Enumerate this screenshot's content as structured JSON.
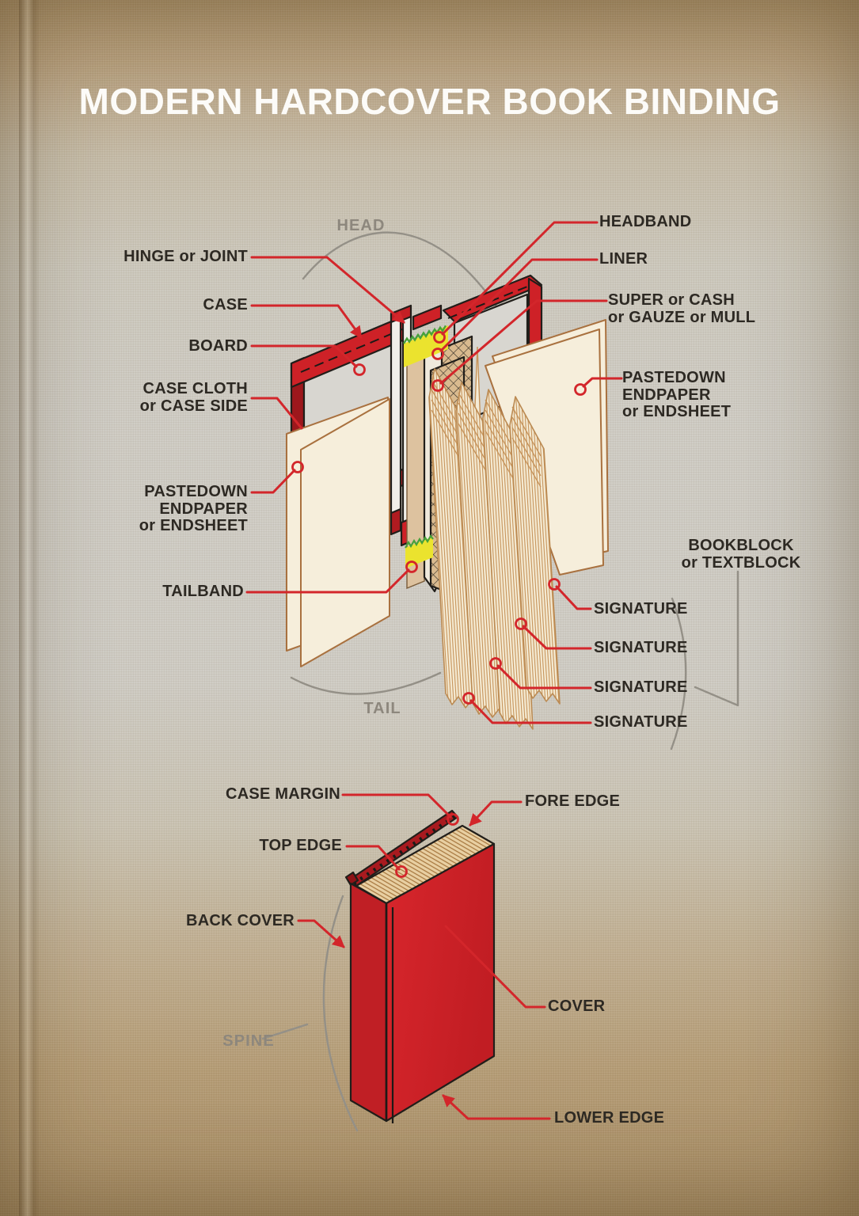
{
  "poster": {
    "title": "MODERN HARDCOVER BOOK BINDING"
  },
  "exploded_view": {
    "head": "HEAD",
    "tail": "TAIL",
    "hinge_or_joint": "HINGE or JOINT",
    "case": "CASE",
    "board": "BOARD",
    "case_cloth": "CASE CLOTH\nor CASE SIDE",
    "pastedown_left": "PASTEDOWN\nENDPAPER\nor ENDSHEET",
    "tailband": "TAILBAND",
    "headband": "HEADBAND",
    "liner": "LINER",
    "super": "SUPER or CASH\nor GAUZE or MULL",
    "pastedown_right": "PASTEDOWN\nENDPAPER\nor ENDSHEET",
    "bookblock": "BOOKBLOCK\nor TEXTBLOCK",
    "signatures": [
      "SIGNATURE",
      "SIGNATURE",
      "SIGNATURE",
      "SIGNATURE"
    ]
  },
  "closed_view": {
    "case_margin": "CASE MARGIN",
    "top_edge": "TOP EDGE",
    "back_cover": "BACK COVER",
    "spine": "SPINE",
    "fore_edge": "FORE EDGE",
    "cover": "COVER",
    "lower_edge": "LOWER EDGE"
  },
  "colors": {
    "accent_red": "#d3262b",
    "cover_red": "#d2282b",
    "label_dark": "#2d2923",
    "label_gray": "#8d877d",
    "paper_cream": "#f6eedb",
    "headband_yellow": "#ebe32e",
    "headband_green": "#47a13a",
    "background_tan": "#b49c79",
    "title_white": "#fcfbf8"
  }
}
